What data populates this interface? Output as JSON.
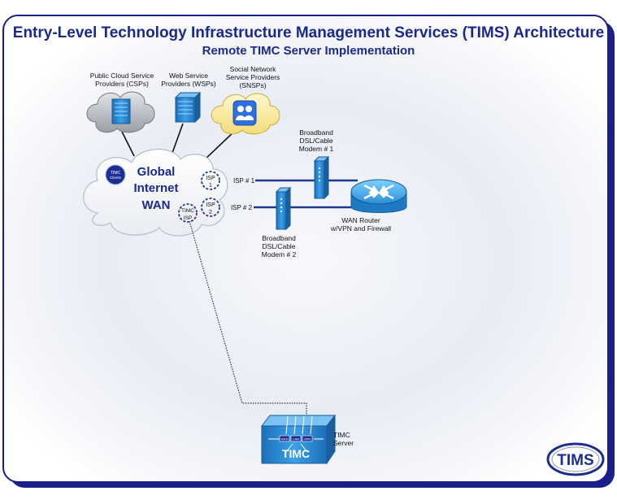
{
  "title": "Entry-Level Technology Infrastructure Management Services (TIMS) Architecture",
  "subtitle": "Remote TIMC Server Implementation",
  "providers": {
    "csp": "Public Cloud Service\nProviders (CSPs)",
    "wsp": "Web Service\nProviders (WSPs)",
    "snsp": "Social Network\nService Providers\n(SNSPs)"
  },
  "internet": {
    "label_line1": "Global",
    "label_line2": "Internet",
    "label_line3": "WAN",
    "clients_badge_line1": "TIMC",
    "clients_badge_line2": "Clients",
    "isp1_line1": "ISP",
    "isp1_line2": "1",
    "isp2_line1": "ISP",
    "isp2_line2": "2",
    "timc_isp_line1": "TIMC",
    "timc_isp_line2": "ISP"
  },
  "links": {
    "isp1": "ISP # 1",
    "isp2": "ISP # 2"
  },
  "modem1": "Broadband\nDSL/Cable\nModem # 1",
  "modem2": "Broadband\nDSL/Cable\nModem # 2",
  "router": "WAN Router\nw/VPN and Firewall",
  "server": {
    "label": "TIMC\nServer",
    "logo": "TIMC",
    "port1": "WAN",
    "port2": "LAN",
    "port3": "VPN"
  },
  "brand_logo": "TIMS",
  "colors": {
    "title": "#1a2a8c",
    "frame": "#1b1f8a",
    "device_blue": "#2a8fd8",
    "link": "#1f3a8a"
  }
}
